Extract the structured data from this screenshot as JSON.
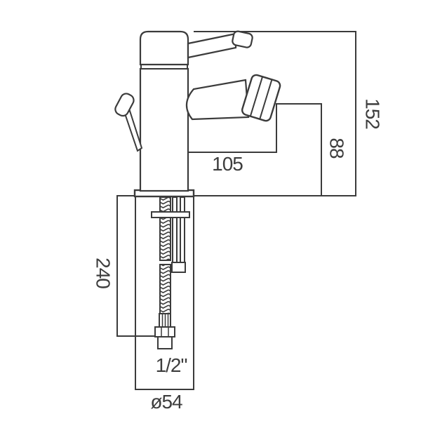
{
  "drawing": {
    "background": "#ffffff",
    "line_color": "#3b3b3b",
    "text_color": "#3d3d3d",
    "labels": {
      "overall_height": "152",
      "outlet_height": "88",
      "spout_projection": "105",
      "tail_length": "240",
      "connection_size": "1/2\"",
      "base_diameter": "ø54"
    }
  }
}
